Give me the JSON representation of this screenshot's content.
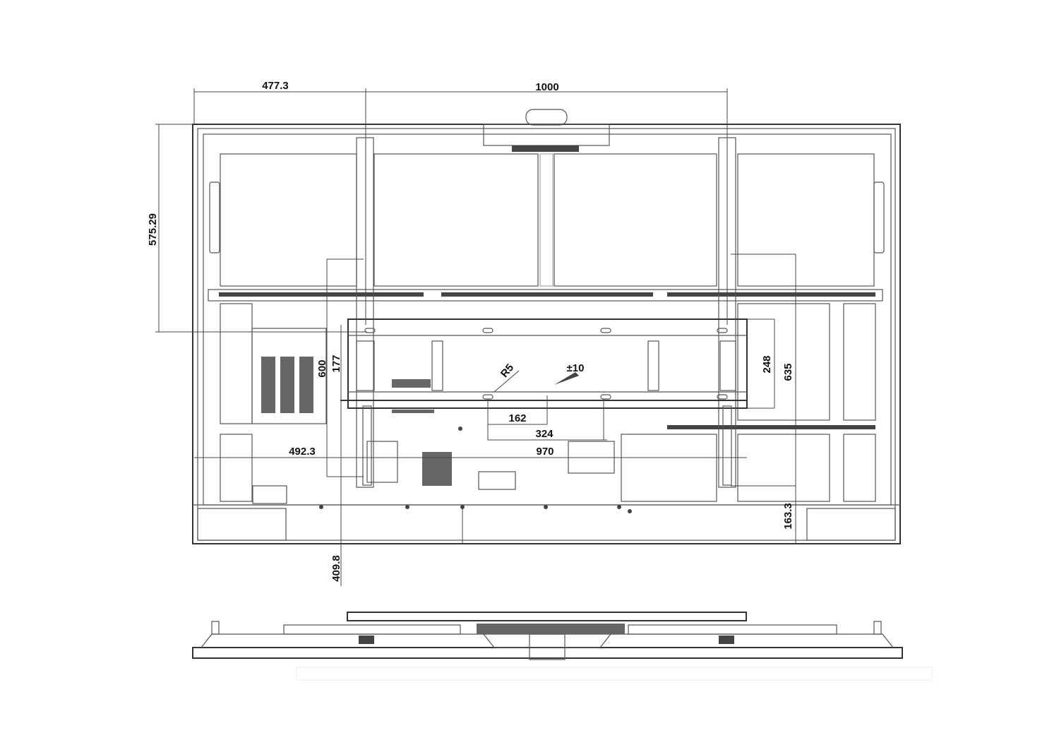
{
  "drawing": {
    "title": "Display rear view mounting dimensions",
    "dimensions": {
      "left_offset": "477.3",
      "mount_width": "1000",
      "height_to_rail": "575.29",
      "vesa_height": "600",
      "bracket_offset": "177",
      "corner_radius": "R5",
      "tolerance": "±10",
      "bracket_height": "248",
      "rail_span": "635",
      "hole_spacing_1": "162",
      "hole_spacing_2": "324",
      "bracket_width": "970",
      "left_to_center": "492.3",
      "bottom_offset": "163.3",
      "vertical_offset": "409.8"
    }
  }
}
